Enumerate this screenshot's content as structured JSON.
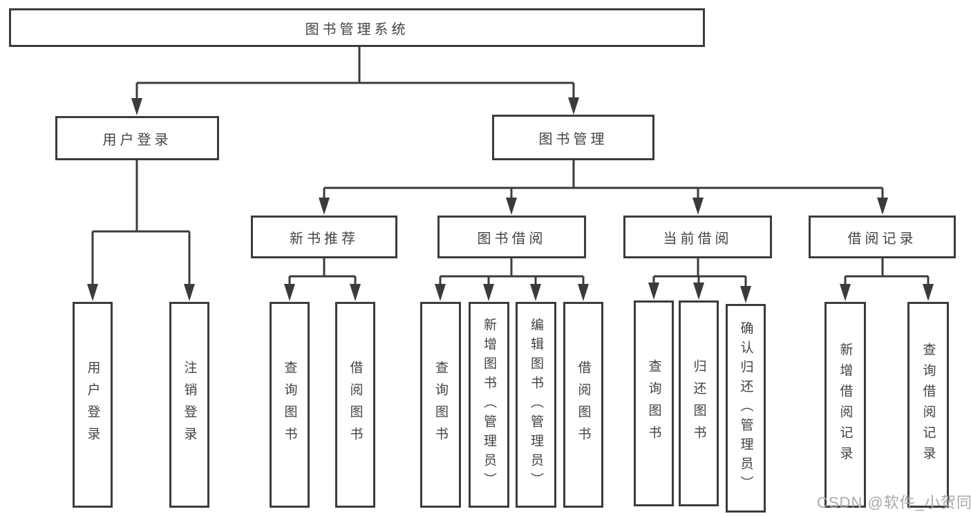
{
  "diagram": {
    "root": {
      "label": "图书管理系统"
    },
    "level1": [
      {
        "label": "用户登录"
      },
      {
        "label": "图书管理"
      }
    ],
    "level2": [
      {
        "label": "新书推荐"
      },
      {
        "label": "图书借阅"
      },
      {
        "label": "当前借阅"
      },
      {
        "label": "借阅记录"
      }
    ],
    "leaves": {
      "user_login": [
        {
          "label": "用户登录"
        },
        {
          "label": "注销登录"
        }
      ],
      "new_books": [
        {
          "label": "查询图书"
        },
        {
          "label": "借阅图书"
        }
      ],
      "book_borrow": [
        {
          "label": "查询图书"
        },
        {
          "label": "新增图书（管理员）"
        },
        {
          "label": "编辑图书（管理员）"
        },
        {
          "label": "借阅图书"
        }
      ],
      "current_borrow": [
        {
          "label": "查询图书"
        },
        {
          "label": "归还图书"
        },
        {
          "label": "确认归还（管理员）"
        }
      ],
      "borrow_records": [
        {
          "label": "新增借阅记录"
        },
        {
          "label": "查询借阅记录"
        }
      ]
    }
  },
  "watermark": {
    "text": "CSDN @软件_小贺同学"
  },
  "colors": {
    "line": "#3b3b3d",
    "text": "#434345",
    "watermark": "#a8a8a8",
    "background": "#ffffff"
  }
}
